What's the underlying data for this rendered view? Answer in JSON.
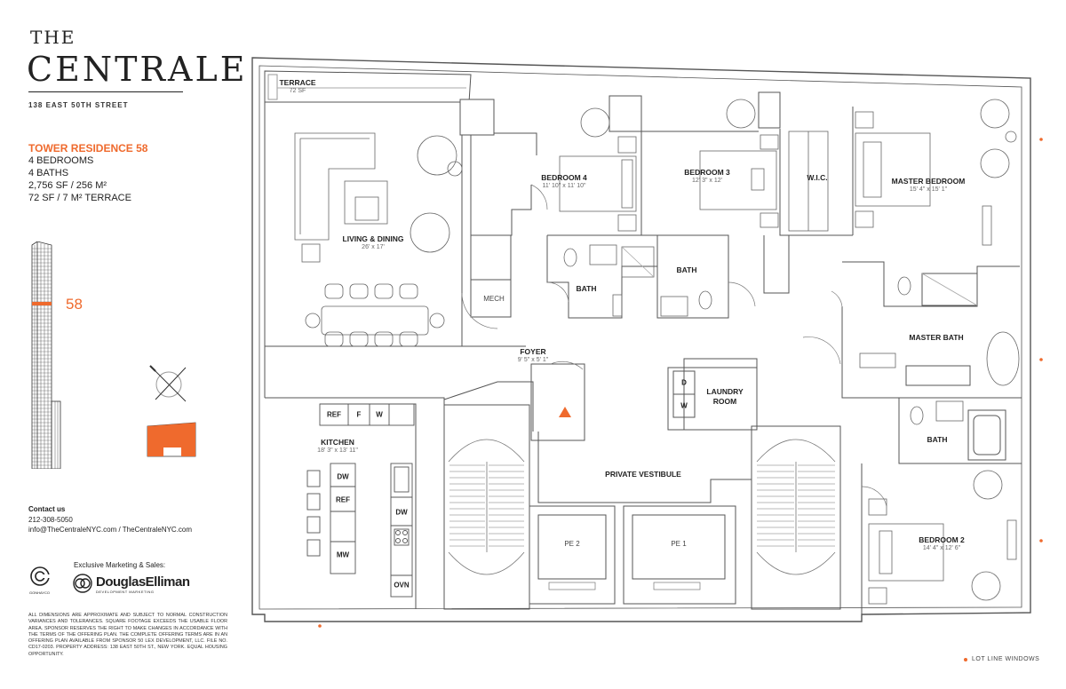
{
  "logo": {
    "the": "THE",
    "name": "CENTRALE",
    "address": "138 EAST 50TH STREET"
  },
  "residence": {
    "title": "TOWER RESIDENCE 58",
    "bedrooms": "4 BEDROOMS",
    "baths": "4 BATHS",
    "area": "2,756 SF / 256 M²",
    "terrace": "72 SF / 7 M² TERRACE"
  },
  "floor": {
    "number": "58"
  },
  "contact": {
    "heading": "Contact us",
    "phone": "212-308-5050",
    "links": "info@TheCentraleNYC.com / TheCentraleNYC.com"
  },
  "marketing": {
    "label": "Exclusive Marketing & Sales:",
    "brand": "DouglasElliman",
    "brand_sub": "DEVELOPMENT MARKETING",
    "developer": "GONHAYCO"
  },
  "disclaimer": "ALL DIMENSIONS ARE APPROXIMATE AND SUBJECT TO NORMAL CONSTRUCTION VARIANCES AND TOLERANCES. SQUARE FOOTAGE EXCEEDS THE USABLE FLOOR AREA. SPONSOR RESERVES THE RIGHT TO MAKE CHANGES IN ACCORDANCE WITH THE TERMS OF THE OFFERING PLAN. THE COMPLETE OFFERING TERMS ARE IN AN OFFERING PLAN AVAILABLE FROM SPONSOR 50 LEX DEVELOPMENT, LLC. FILE NO. CD17-0203. PROPERTY ADDRESS: 138 EAST 50TH ST., NEW YORK. EQUAL HOUSING OPPORTUNITY.",
  "legend": "LOT LINE WINDOWS",
  "rooms": {
    "terrace": {
      "name": "TERRACE",
      "dim": "72 SF"
    },
    "living": {
      "name": "LIVING & DINING",
      "dim": "26' x 17'"
    },
    "bedroom4": {
      "name": "BEDROOM 4",
      "dim": "11' 10\" x 11' 10\""
    },
    "bedroom3": {
      "name": "BEDROOM 3",
      "dim": "12' 3\" x 12'"
    },
    "wic": {
      "name": "W.I.C."
    },
    "master_bedroom": {
      "name": "MASTER BEDROOM",
      "dim": "15' 4\" x 15' 1\""
    },
    "bath_a": {
      "name": "BATH"
    },
    "bath_b": {
      "name": "BATH"
    },
    "mech": {
      "name": "MECH"
    },
    "foyer": {
      "name": "FOYER",
      "dim": "9' 5\" x 5' 1\""
    },
    "master_bath": {
      "name": "MASTER BATH"
    },
    "laundry": {
      "name": "LAUNDRY\nROOM"
    },
    "bath_c": {
      "name": "BATH"
    },
    "kitchen": {
      "name": "KITCHEN",
      "dim": "18' 3\" x 13' 11\""
    },
    "vestibule": {
      "name": "PRIVATE VESTIBULE"
    },
    "pe2": {
      "name": "PE 2"
    },
    "pe1": {
      "name": "PE 1"
    },
    "bedroom2": {
      "name": "BEDROOM 2",
      "dim": "14' 4\" x 12' 6\""
    }
  },
  "appliances": {
    "ref_top": "REF",
    "f": "F",
    "w_top": "W",
    "d_laundry": "D",
    "w_laundry": "W",
    "dw_island": "DW",
    "ref_island": "REF",
    "mw": "MW",
    "dw_wall": "DW",
    "ovn": "OVN"
  },
  "colors": {
    "accent": "#ef6a2d",
    "wall": "#555555",
    "line": "#777777"
  }
}
